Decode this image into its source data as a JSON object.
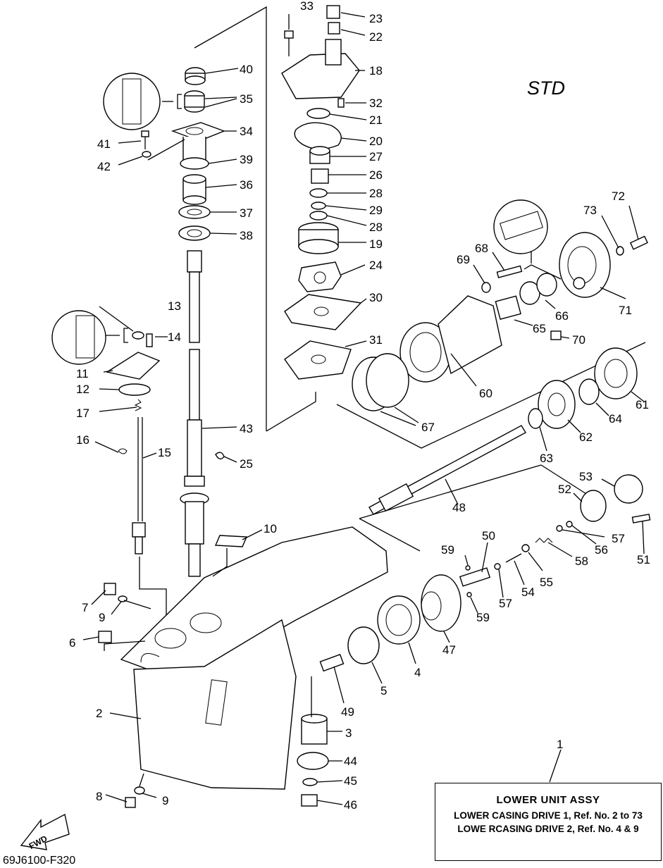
{
  "label_std": "STD",
  "figure_code": "69J6100-F320",
  "direction_label": "FWD",
  "note": {
    "title": "LOWER  UNIT ASSY",
    "line1": "LOWER CASING DRIVE 1, Ref. No. 2 to 73",
    "line2": "LOWE RCASING DRIVE 2, Ref. No. 4 & 9"
  },
  "callouts": [
    {
      "key": "c1",
      "text": "1"
    },
    {
      "key": "c2",
      "text": "2"
    },
    {
      "key": "c3",
      "text": "3"
    },
    {
      "key": "c4",
      "text": "4"
    },
    {
      "key": "c5",
      "text": "5"
    },
    {
      "key": "c6",
      "text": "6"
    },
    {
      "key": "c7",
      "text": "7"
    },
    {
      "key": "c8",
      "text": "8"
    },
    {
      "key": "c9a",
      "text": "9"
    },
    {
      "key": "c9b",
      "text": "9"
    },
    {
      "key": "c10",
      "text": "10"
    },
    {
      "key": "c11",
      "text": "11"
    },
    {
      "key": "c12",
      "text": "12"
    },
    {
      "key": "c13",
      "text": "13"
    },
    {
      "key": "c14",
      "text": "14"
    },
    {
      "key": "c15",
      "text": "15"
    },
    {
      "key": "c16",
      "text": "16"
    },
    {
      "key": "c17",
      "text": "17"
    },
    {
      "key": "c18",
      "text": "18"
    },
    {
      "key": "c19",
      "text": "19"
    },
    {
      "key": "c20",
      "text": "20"
    },
    {
      "key": "c21",
      "text": "21"
    },
    {
      "key": "c22",
      "text": "22"
    },
    {
      "key": "c23",
      "text": "23"
    },
    {
      "key": "c24",
      "text": "24"
    },
    {
      "key": "c25",
      "text": "25"
    },
    {
      "key": "c26",
      "text": "26"
    },
    {
      "key": "c27",
      "text": "27"
    },
    {
      "key": "c28a",
      "text": "28"
    },
    {
      "key": "c28b",
      "text": "28"
    },
    {
      "key": "c29",
      "text": "29"
    },
    {
      "key": "c30",
      "text": "30"
    },
    {
      "key": "c31",
      "text": "31"
    },
    {
      "key": "c32",
      "text": "32"
    },
    {
      "key": "c33",
      "text": "33"
    },
    {
      "key": "c34",
      "text": "34"
    },
    {
      "key": "c35",
      "text": "35"
    },
    {
      "key": "c36",
      "text": "36"
    },
    {
      "key": "c37",
      "text": "37"
    },
    {
      "key": "c38",
      "text": "38"
    },
    {
      "key": "c39",
      "text": "39"
    },
    {
      "key": "c40",
      "text": "40"
    },
    {
      "key": "c41",
      "text": "41"
    },
    {
      "key": "c42",
      "text": "42"
    },
    {
      "key": "c43",
      "text": "43"
    },
    {
      "key": "c44",
      "text": "44"
    },
    {
      "key": "c45",
      "text": "45"
    },
    {
      "key": "c46",
      "text": "46"
    },
    {
      "key": "c47",
      "text": "47"
    },
    {
      "key": "c48",
      "text": "48"
    },
    {
      "key": "c49",
      "text": "49"
    },
    {
      "key": "c50",
      "text": "50"
    },
    {
      "key": "c51",
      "text": "51"
    },
    {
      "key": "c52",
      "text": "52"
    },
    {
      "key": "c53",
      "text": "53"
    },
    {
      "key": "c54",
      "text": "54"
    },
    {
      "key": "c55",
      "text": "55"
    },
    {
      "key": "c56",
      "text": "56"
    },
    {
      "key": "c57a",
      "text": "57"
    },
    {
      "key": "c57b",
      "text": "57"
    },
    {
      "key": "c58",
      "text": "58"
    },
    {
      "key": "c59a",
      "text": "59"
    },
    {
      "key": "c59b",
      "text": "59"
    },
    {
      "key": "c60",
      "text": "60"
    },
    {
      "key": "c61",
      "text": "61"
    },
    {
      "key": "c62",
      "text": "62"
    },
    {
      "key": "c63",
      "text": "63"
    },
    {
      "key": "c64",
      "text": "64"
    },
    {
      "key": "c65",
      "text": "65"
    },
    {
      "key": "c66",
      "text": "66"
    },
    {
      "key": "c67",
      "text": "67"
    },
    {
      "key": "c68",
      "text": "68"
    },
    {
      "key": "c69",
      "text": "69"
    },
    {
      "key": "c70",
      "text": "70"
    },
    {
      "key": "c71",
      "text": "71"
    },
    {
      "key": "c72",
      "text": "72"
    },
    {
      "key": "c73",
      "text": "73"
    }
  ]
}
